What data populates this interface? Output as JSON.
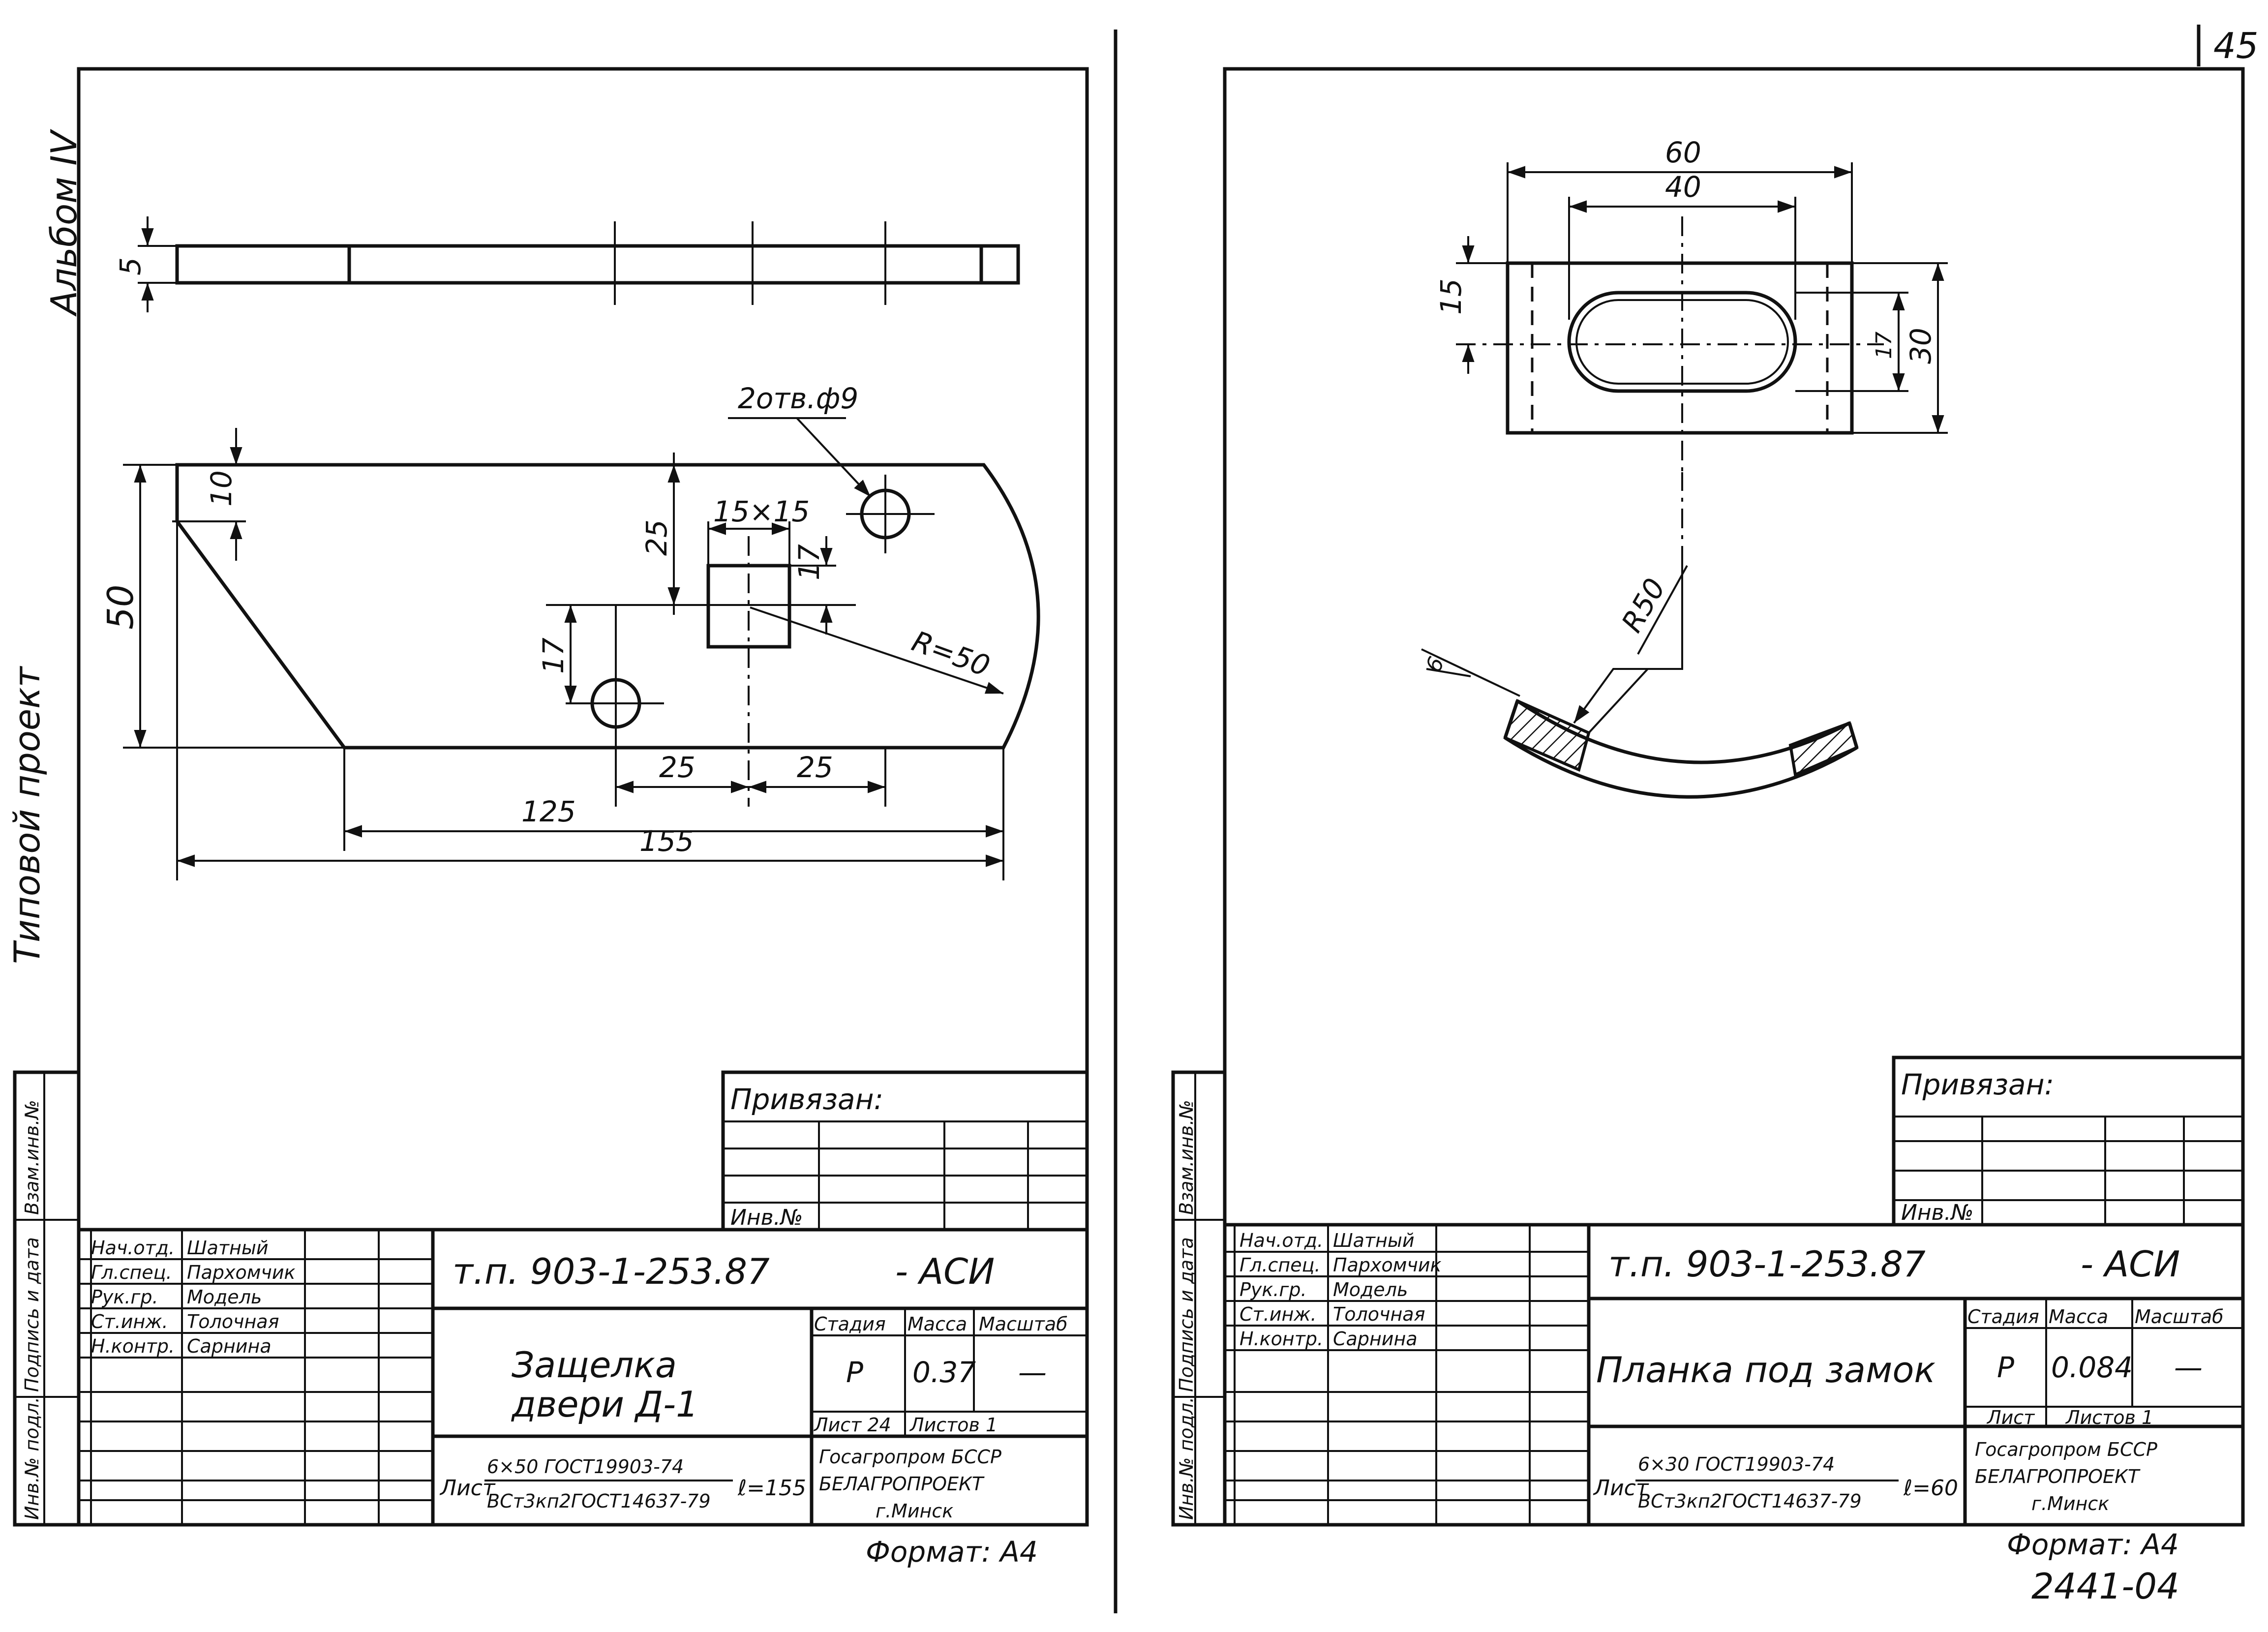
{
  "page_number": "45",
  "album_label": "Альбом IV",
  "side_label": "Типовой проект",
  "format_left": "Формат: А4",
  "format_right": "Формат: А4",
  "bottom_code": "2441-04",
  "side_stamp": [
    "Взам.инв.№",
    "Подпись и дата",
    "Инв.№ подл."
  ],
  "left_sheet": {
    "dims": {
      "d5": "5",
      "d10": "10",
      "d50": "50",
      "d25": "25",
      "d15x15": "15×15",
      "d17a": "17",
      "d17b": "17",
      "d25a": "25",
      "d25b": "25",
      "d125": "125",
      "d155": "155",
      "r50": "R=50",
      "holes": "2отв.ф9"
    },
    "privyazan": "Привязан:",
    "inv": "Инв.№",
    "roles": [
      "Нач.отд.",
      "Гл.спец.",
      "Рук.гр.",
      "Ст.инж.",
      "Н.контр."
    ],
    "names": [
      "Шатный",
      "Пархомчик",
      "Модель",
      "Толочная",
      "Сарнина"
    ],
    "project_code": "т.п. 903-1-253.87",
    "suffix": "- АСИ",
    "title_line1": "Защелка",
    "title_line2": "двери Д-1",
    "hdr_stage": "Стадия",
    "hdr_mass": "Масса",
    "hdr_scale": "Масштаб",
    "stage": "Р",
    "mass": "0.37",
    "scale": "—",
    "sheet": "Лист 24",
    "sheets": "Листов 1",
    "material_prefix": "Лист",
    "material_top": "6×50 ГОСТ19903-74",
    "material_bottom": "ВСт3кп2ГОСТ14637-79",
    "length": "ℓ=155",
    "org1": "Госагропром БССР",
    "org2": "БЕЛАГРОПРОЕКТ",
    "org3": "г.Минск"
  },
  "right_sheet": {
    "dims": {
      "d60": "60",
      "d40": "40",
      "d15": "15",
      "d17": "17",
      "d30": "30",
      "r50": "R50",
      "d6": "6"
    },
    "privyazan": "Привязан:",
    "inv": "Инв.№",
    "roles": [
      "Нач.отд.",
      "Гл.спец.",
      "Рук.гр.",
      "Ст.инж.",
      "Н.контр."
    ],
    "names": [
      "Шатный",
      "Пархомчик",
      "Модель",
      "Толочная",
      "Сарнина"
    ],
    "project_code": "т.п. 903-1-253.87",
    "suffix": "- АСИ",
    "title_line1": "Планка под замок",
    "hdr_stage": "Стадия",
    "hdr_mass": "Масса",
    "hdr_scale": "Масштаб",
    "stage": "Р",
    "mass": "0.084",
    "scale": "—",
    "sheet": "Лист",
    "sheets": "Листов 1",
    "material_prefix": "Лист",
    "material_top": "6×30 ГОСТ19903-74",
    "material_bottom": "ВСт3кп2ГОСТ14637-79",
    "length": "ℓ=60",
    "org1": "Госагропром БССР",
    "org2": "БЕЛАГРОПРОЕКТ",
    "org3": "г.Минск"
  }
}
